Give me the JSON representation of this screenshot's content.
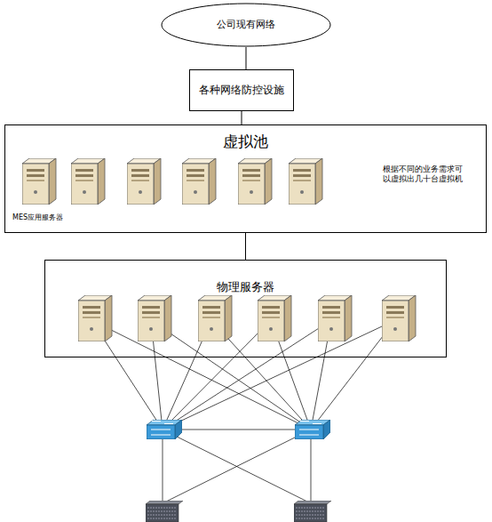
{
  "diagram": {
    "nodes": [
      {
        "text": [
          "公司现有网络"
        ]
      },
      {
        "text": [
          "各种网络防控设施"
        ]
      },
      {
        "text": [
          "虚拟池",
          "根据不同的业务需求可 以虚拟出几十台虚拟机"
        ]
      },
      {
        "text": [
          "物理服务器"
        ]
      }
    ],
    "edges": [
      {
        "from": 0,
        "to": 1,
        "arrow": "none"
      },
      {
        "from": 1,
        "to": 2,
        "arrow": "none"
      },
      {
        "from": 2,
        "to": 3,
        "arrow": "none"
      }
    ],
    "labels": [
      "MES应用服务器"
    ]
  }
}
